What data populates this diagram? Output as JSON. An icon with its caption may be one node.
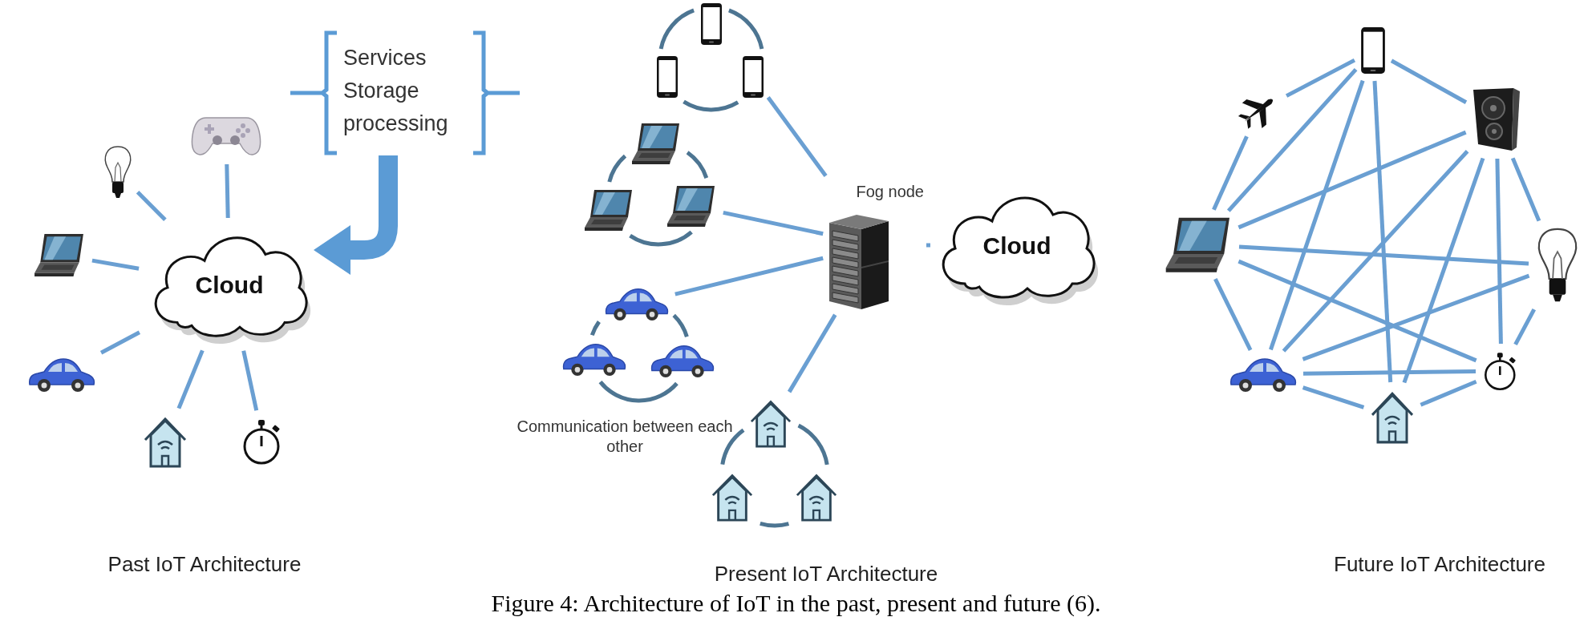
{
  "diagram": {
    "caption": "Figure 4: Architecture of IoT in the past, present and future (6).",
    "nodes": [
      {
        "text": [
          "Services",
          "Storage",
          "processing"
        ]
      },
      {
        "text": [],
        "shape": "gamepad"
      },
      {
        "text": [],
        "shape": "lightbulb"
      },
      {
        "text": [],
        "shape": "laptop"
      },
      {
        "text": [
          "Cloud"
        ]
      },
      {
        "text": [],
        "shape": "car"
      },
      {
        "text": [],
        "shape": "house"
      },
      {
        "text": [],
        "shape": "stopwatch"
      },
      {
        "text": [],
        "shape": "phone"
      },
      {
        "text": [],
        "shape": "phone"
      },
      {
        "text": [],
        "shape": "phone"
      },
      {
        "text": [],
        "shape": "laptop"
      },
      {
        "text": [],
        "shape": "laptop"
      },
      {
        "text": [],
        "shape": "laptop"
      },
      {
        "text": [
          "Fog node"
        ]
      },
      {
        "text": [
          "Cloud"
        ]
      },
      {
        "text": [],
        "shape": "car"
      },
      {
        "text": [],
        "shape": "car"
      },
      {
        "text": [],
        "shape": "car"
      },
      {
        "text": [],
        "shape": "house"
      },
      {
        "text": [],
        "shape": "house"
      },
      {
        "text": [],
        "shape": "house"
      },
      {
        "text": [],
        "shape": "phone"
      },
      {
        "text": [],
        "shape": "airplane"
      },
      {
        "text": [],
        "shape": "speaker"
      },
      {
        "text": [],
        "shape": "laptop"
      },
      {
        "text": [],
        "shape": "lightbulb"
      },
      {
        "text": [],
        "shape": "car"
      },
      {
        "text": [],
        "shape": "stopwatch"
      },
      {
        "text": [],
        "shape": "house"
      }
    ],
    "edges": [
      {
        "from": 0,
        "to": 4,
        "arrow": "to",
        "style": "thick"
      },
      {
        "from": 1,
        "to": 4,
        "arrow": "none"
      },
      {
        "from": 2,
        "to": 4,
        "arrow": "none"
      },
      {
        "from": 3,
        "to": 4,
        "arrow": "none"
      },
      {
        "from": 5,
        "to": 4,
        "arrow": "none"
      },
      {
        "from": 6,
        "to": 4,
        "arrow": "none"
      },
      {
        "from": 7,
        "to": 4,
        "arrow": "none"
      },
      {
        "from": 8,
        "to": 9,
        "arrow": "none",
        "color": "#4d7592"
      },
      {
        "from": 8,
        "to": 10,
        "arrow": "none",
        "color": "#4d7592"
      },
      {
        "from": 9,
        "to": 10,
        "arrow": "none",
        "color": "#4d7592"
      },
      {
        "from": 11,
        "to": 12,
        "arrow": "none",
        "color": "#4d7592"
      },
      {
        "from": 11,
        "to": 13,
        "arrow": "none",
        "color": "#4d7592"
      },
      {
        "from": 12,
        "to": 13,
        "arrow": "none",
        "color": "#4d7592"
      },
      {
        "from": 16,
        "to": 17,
        "arrow": "none",
        "color": "#4d7592"
      },
      {
        "from": 16,
        "to": 18,
        "arrow": "none",
        "color": "#4d7592"
      },
      {
        "from": 17,
        "to": 18,
        "arrow": "none",
        "color": "#4d7592"
      },
      {
        "from": 19,
        "to": 20,
        "arrow": "none",
        "color": "#4d7592"
      },
      {
        "from": 19,
        "to": 21,
        "arrow": "none",
        "color": "#4d7592"
      },
      {
        "from": 20,
        "to": 21,
        "arrow": "none",
        "color": "#4d7592"
      },
      {
        "from": 10,
        "to": 14,
        "arrow": "none"
      },
      {
        "from": 13,
        "to": 14,
        "arrow": "none"
      },
      {
        "from": 16,
        "to": 14,
        "arrow": "none"
      },
      {
        "from": 19,
        "to": 14,
        "arrow": "none"
      },
      {
        "from": 14,
        "to": 15,
        "arrow": "none"
      },
      {
        "from": 22,
        "to": 23,
        "arrow": "none"
      },
      {
        "from": 22,
        "to": 24,
        "arrow": "none"
      },
      {
        "from": 23,
        "to": 25,
        "arrow": "none"
      },
      {
        "from": 24,
        "to": 26,
        "arrow": "none"
      },
      {
        "from": 25,
        "to": 27,
        "arrow": "none"
      },
      {
        "from": 26,
        "to": 28,
        "arrow": "none"
      },
      {
        "from": 27,
        "to": 29,
        "arrow": "none"
      },
      {
        "from": 29,
        "to": 28,
        "arrow": "none"
      },
      {
        "from": 22,
        "to": 25,
        "arrow": "none"
      },
      {
        "from": 22,
        "to": 27,
        "arrow": "none"
      },
      {
        "from": 22,
        "to": 29,
        "arrow": "none"
      },
      {
        "from": 24,
        "to": 25,
        "arrow": "none"
      },
      {
        "from": 24,
        "to": 27,
        "arrow": "none"
      },
      {
        "from": 24,
        "to": 29,
        "arrow": "none"
      },
      {
        "from": 24,
        "to": 28,
        "arrow": "none"
      },
      {
        "from": 25,
        "to": 26,
        "arrow": "none"
      },
      {
        "from": 25,
        "to": 28,
        "arrow": "none"
      },
      {
        "from": 27,
        "to": 26,
        "arrow": "none"
      },
      {
        "from": 27,
        "to": 28,
        "arrow": "none"
      }
    ],
    "labels": [
      "Communication between each other",
      "Past IoT Architecture",
      "Present IoT Architecture",
      "Future IoT Architecture"
    ]
  }
}
